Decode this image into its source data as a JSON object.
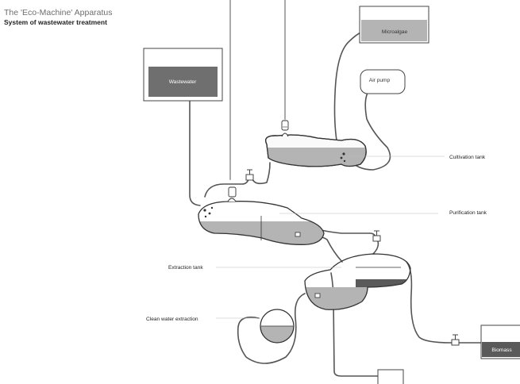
{
  "title": "The 'Eco-Machine' Apparatus",
  "subtitle": "System of wastewater treatment",
  "labels": {
    "wastewater": "Wastewater",
    "microalgae": "Microalgae",
    "air_pump": "Air pump",
    "cultivation_tank": "Cultivation tank",
    "purification_tank": "Purification tank",
    "extraction_tank": "Extraction tank",
    "clean_water_extraction": "Clean water extraction",
    "biomass": "Biomass"
  },
  "colors": {
    "liquid": "#b4b4b4",
    "wastewater_fill": "#6f6f6f",
    "biomass_fill": "#5a5a5a",
    "outline": "#333333",
    "pipe": "#555555"
  }
}
